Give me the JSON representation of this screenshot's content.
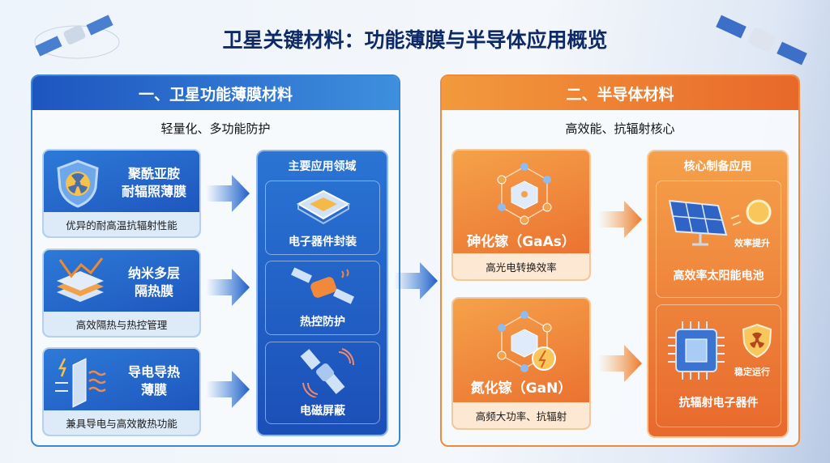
{
  "title": "卫星关键材料：功能薄膜与半导体应用概览",
  "left": {
    "header": "一、卫星功能薄膜材料",
    "subtitle": "轻量化、多功能防护",
    "cards": [
      {
        "title": "聚酰亚胺\n耐辐照薄膜",
        "desc": "优异的耐高温抗辐射性能",
        "icon": "radiation-shield-icon"
      },
      {
        "title": "纳米多层\n隔热膜",
        "desc": "高效隔热与热控管理",
        "icon": "multilayer-film-icon"
      },
      {
        "title": "导电导热\n薄膜",
        "desc": "兼具导电与高效散热功能",
        "icon": "conductive-film-icon"
      }
    ],
    "apps": {
      "header": "主要应用领域",
      "items": [
        {
          "label": "电子器件封装",
          "icon": "chip-icon"
        },
        {
          "label": "热控防护",
          "icon": "satellite-heat-icon"
        },
        {
          "label": "电磁屏蔽",
          "icon": "satellite-signal-icon"
        }
      ]
    }
  },
  "right": {
    "header": "二、半导体材料",
    "subtitle": "高效能、抗辐射核心",
    "cards": [
      {
        "title": "砷化镓（GaAs）",
        "desc": "高光电转换效率",
        "icon": "crystal-icon"
      },
      {
        "title": "氮化镓（GaN）",
        "desc": "高频大功率、抗辐射",
        "icon": "crystal-bolt-icon"
      }
    ],
    "apps": {
      "header": "核心制备应用",
      "items": [
        {
          "label": "高效率太阳能电池",
          "tag": "效率提升",
          "icon": "solar-panel-icon"
        },
        {
          "label": "抗辐射电子器件",
          "tag": "稳定运行",
          "icon": "processor-icon"
        }
      ]
    }
  },
  "colors": {
    "blue": "#1d55bf",
    "orange": "#e8682a",
    "title": "#0e2a66"
  }
}
